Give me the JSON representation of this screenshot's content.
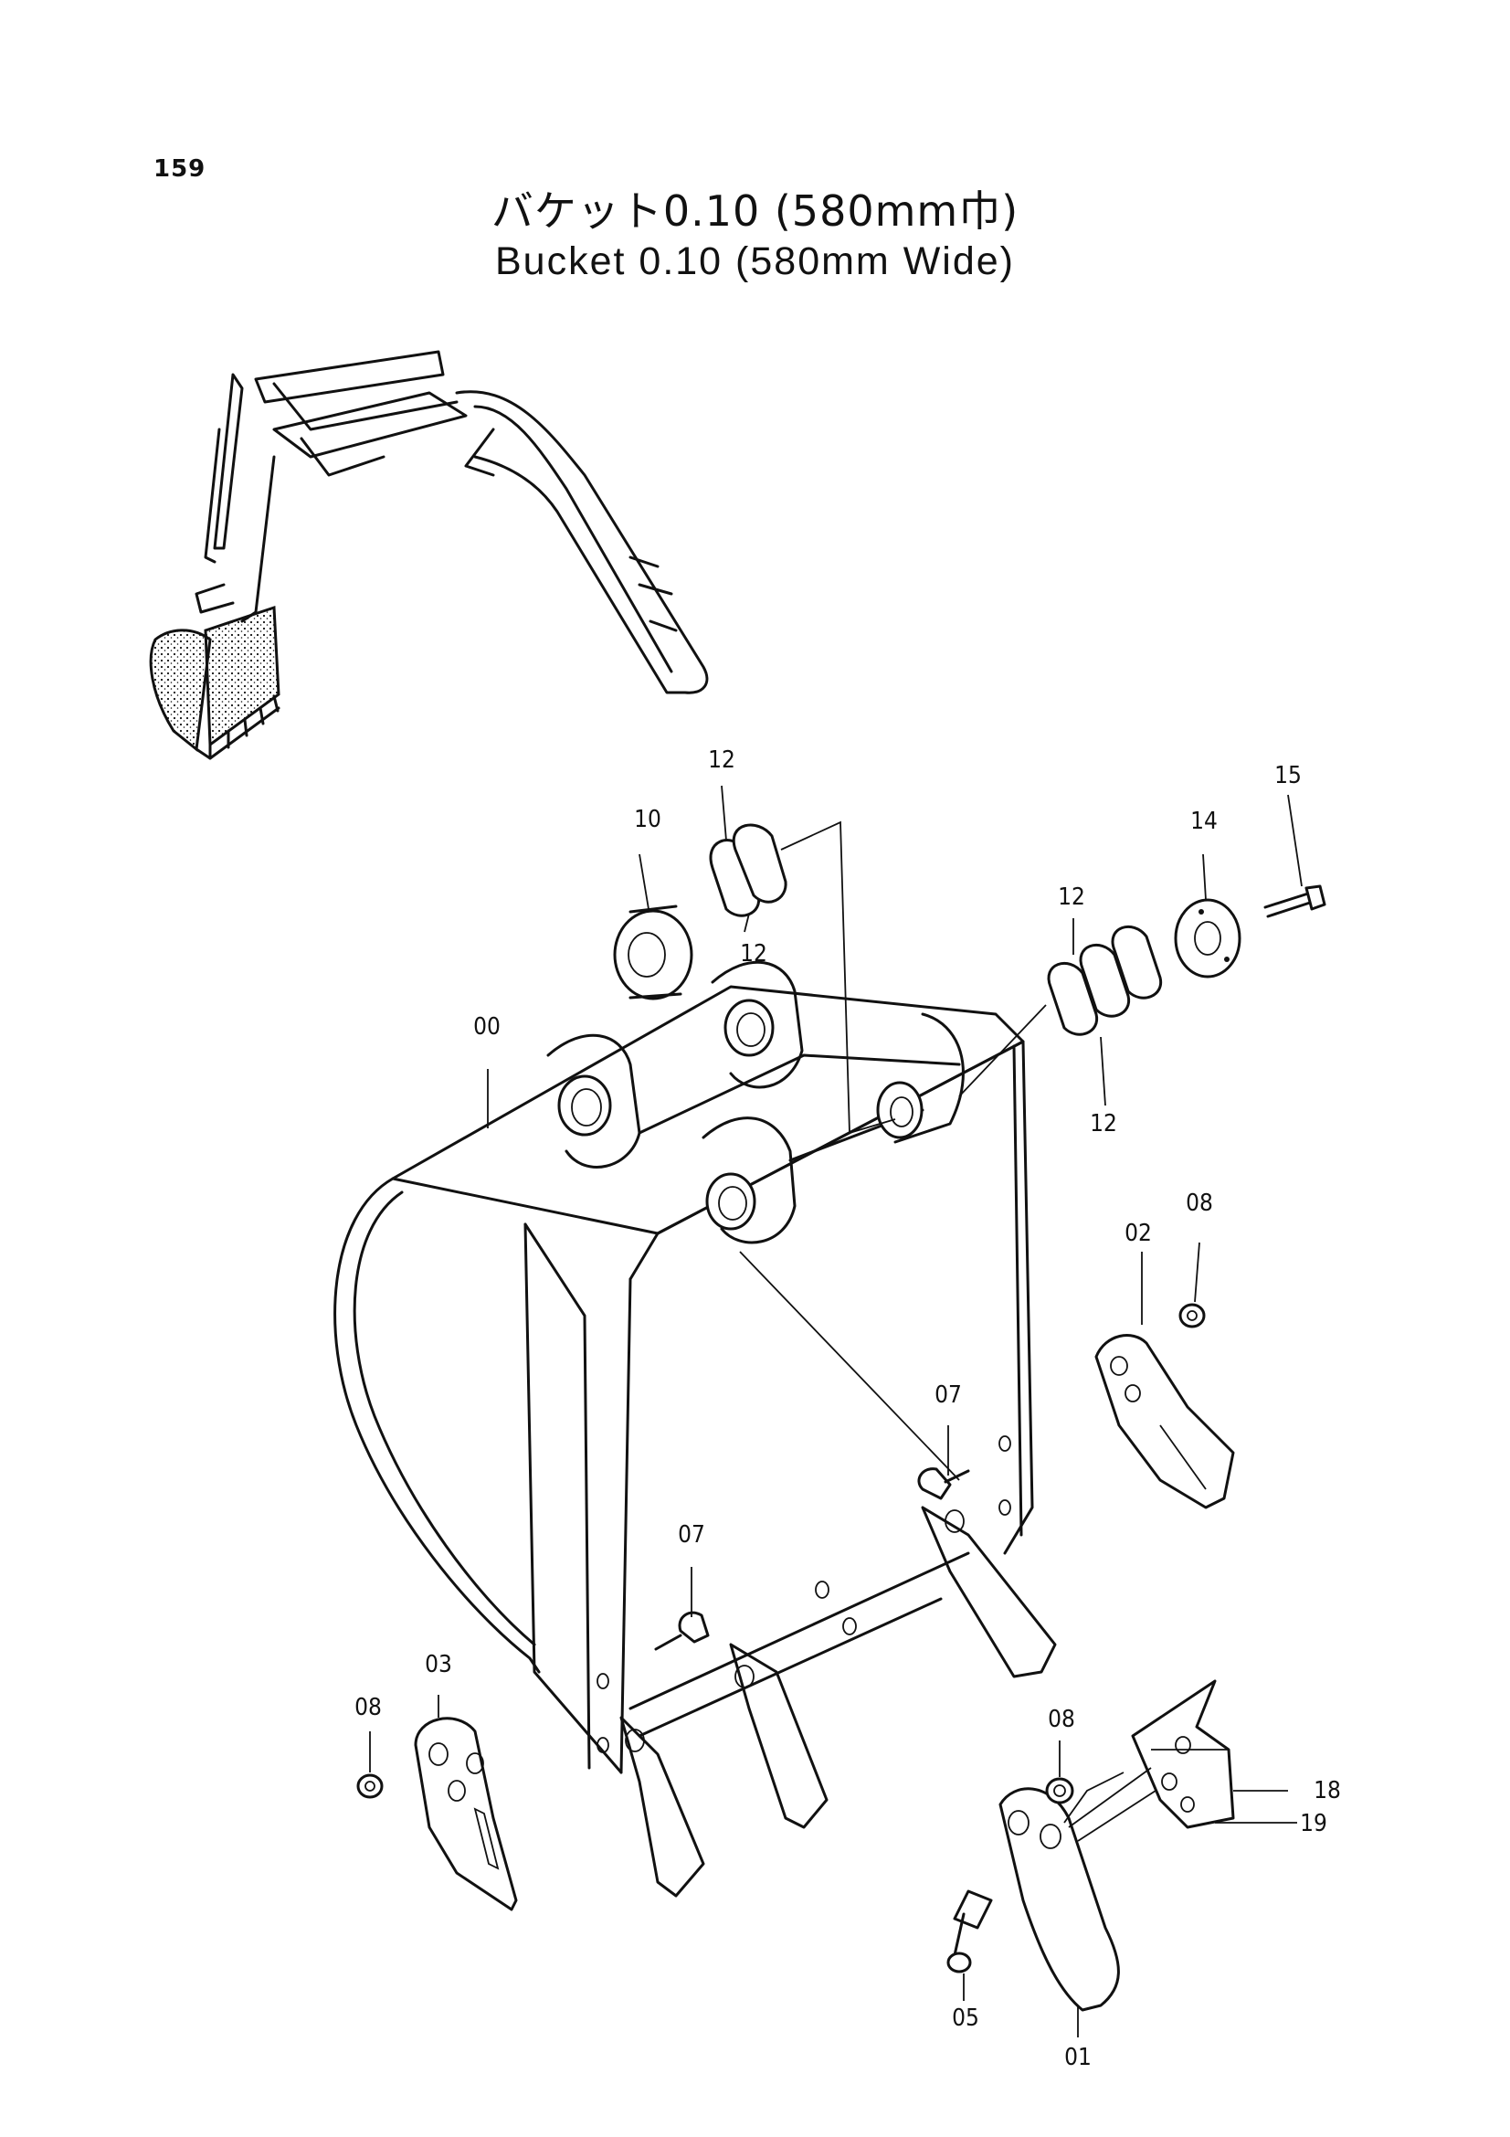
{
  "page_number": "159",
  "title": {
    "japanese": "バケット0.10 (580mm巾)",
    "english": "Bucket 0.10 (580mm Wide)"
  },
  "callouts": {
    "c00": "00",
    "c01": "01",
    "c02": "02",
    "c03": "03",
    "c05": "05",
    "c07a": "07",
    "c07b": "07",
    "c08a": "08",
    "c08b": "08",
    "c08c": "08",
    "c10": "10",
    "c12a": "12",
    "c12b": "12",
    "c12c": "12",
    "c12d": "12",
    "c14": "14",
    "c15": "15",
    "c18": "18",
    "c19": "19"
  }
}
